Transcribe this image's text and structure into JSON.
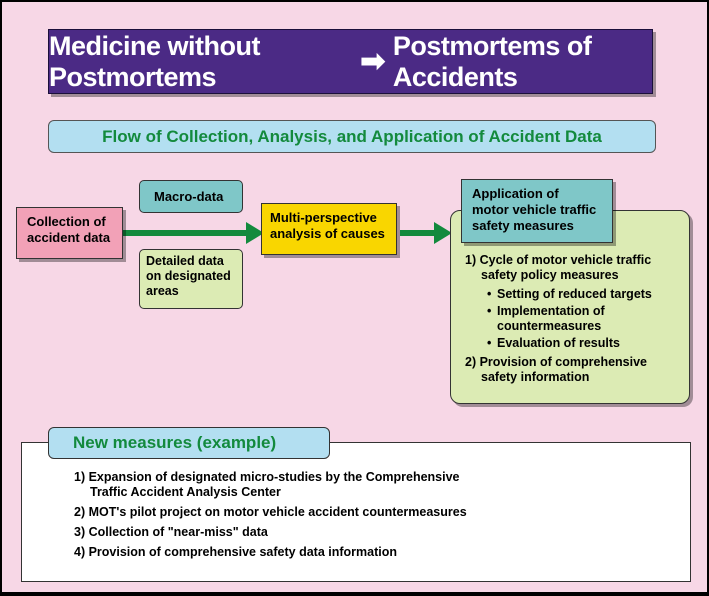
{
  "banner": {
    "left": "Medicine without Postmortems",
    "arrow": "➡",
    "right": "Postmortems of Accidents"
  },
  "flow_title": "Flow of Collection, Analysis, and Application of Accident Data",
  "nodes": {
    "collection": [
      "Collection of",
      "accident data"
    ],
    "macro": "Macro-data",
    "detailed": [
      "Detailed data",
      "on designated",
      "areas"
    ],
    "analysis": [
      "Multi-perspective",
      "analysis of causes"
    ],
    "application_title": [
      "Application of",
      "motor vehicle traffic",
      "safety measures"
    ]
  },
  "application_items": {
    "item1": [
      "1) Cycle of motor vehicle traffic",
      "    safety policy measures"
    ],
    "bullets": [
      "Setting of reduced targets",
      "Implementation of",
      "countermeasures",
      "Evaluation of results"
    ],
    "item2": [
      "2) Provision of comprehensive",
      "    safety information"
    ]
  },
  "new_measures": {
    "title": "New measures (example)",
    "items": [
      "1) Expansion of designated micro-studies by the Comprehensive",
      "    Traffic Accident Analysis Center",
      "2) MOT's pilot project on motor vehicle accident countermeasures",
      "3) Collection of \"near-miss\" data",
      "4) Provision of comprehensive safety data information"
    ]
  },
  "colors": {
    "background": "#f7d7e6",
    "banner": "#4b2a85",
    "title_box": "#b3dff1",
    "title_text": "#138a3d",
    "arrow": "#138a3d",
    "collection": "#f2a1b7",
    "teal": "#7fc7c8",
    "light_green": "#dcebb4",
    "yellow": "#f9d600"
  }
}
